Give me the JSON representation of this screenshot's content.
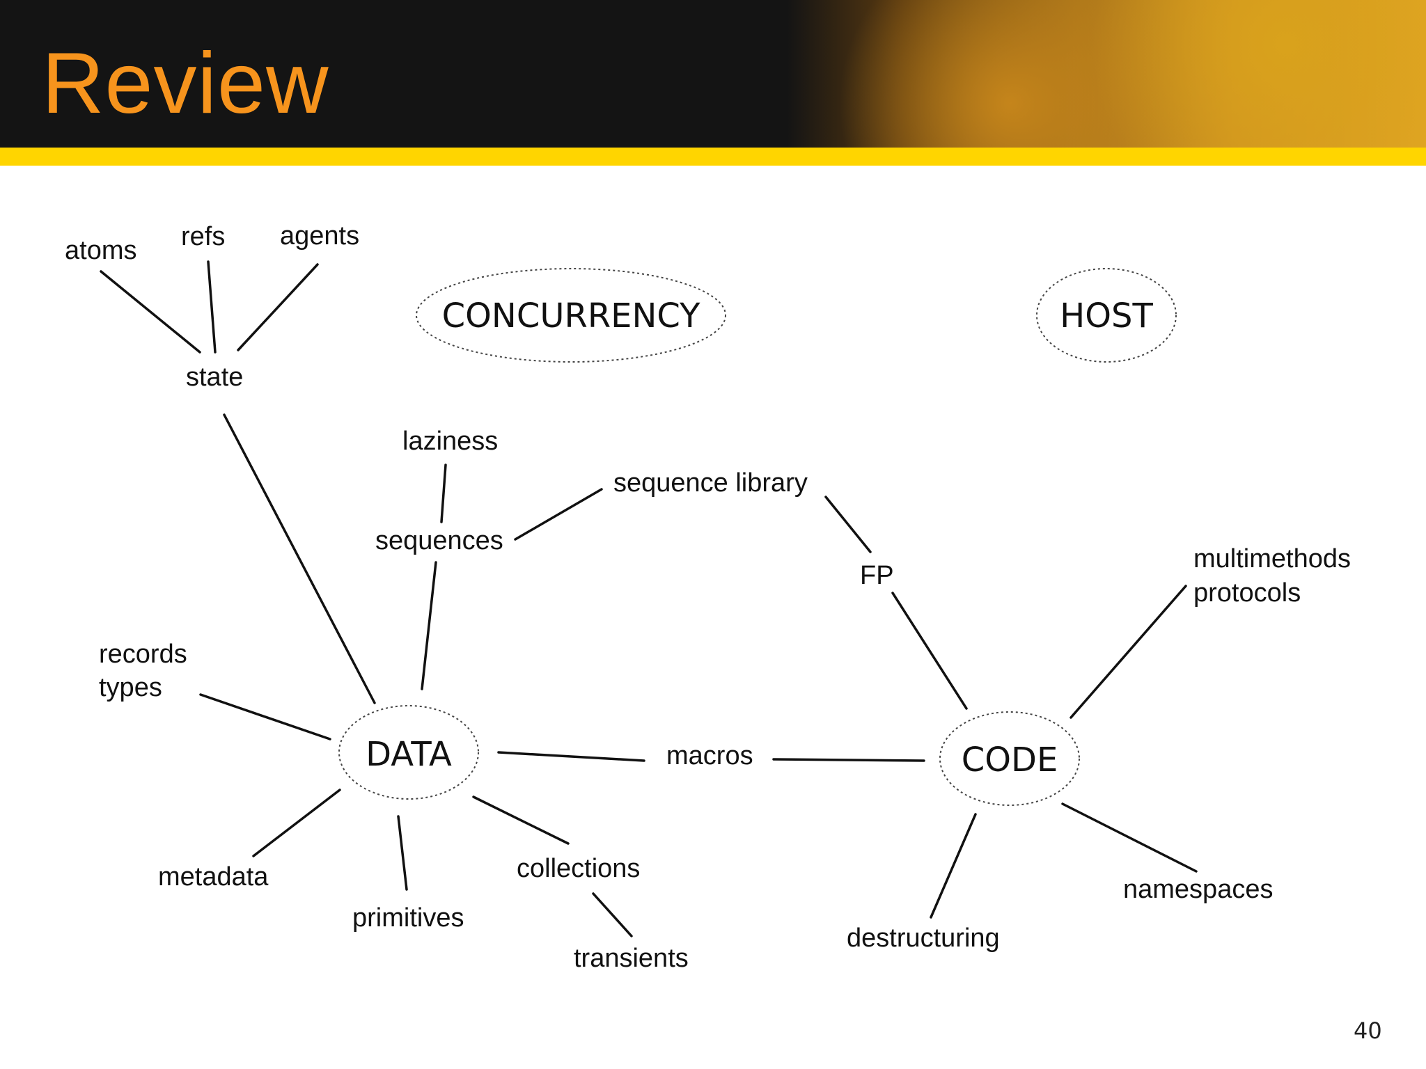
{
  "slide": {
    "title": "Review",
    "page_number": "40",
    "header_art": "parleys-java-cartoon-banner"
  },
  "colors": {
    "header_background": "#141414",
    "title": "#f7941d",
    "accent_bar": "#ffd500"
  },
  "diagram": {
    "hubs": {
      "concurrency": "CONCURRENCY",
      "host": "HOST",
      "data": "DATA",
      "code": "CODE"
    },
    "nodes": {
      "atoms": "atoms",
      "refs": "refs",
      "agents": "agents",
      "state": "state",
      "laziness": "laziness",
      "sequences": "sequences",
      "sequence_library": "sequence library",
      "fp": "FP",
      "multimethods": "multimethods",
      "protocols": "protocols",
      "records": "records",
      "types": "types",
      "macros": "macros",
      "metadata": "metadata",
      "primitives": "primitives",
      "collections": "collections",
      "transients": "transients",
      "destructuring": "destructuring",
      "namespaces": "namespaces"
    }
  }
}
